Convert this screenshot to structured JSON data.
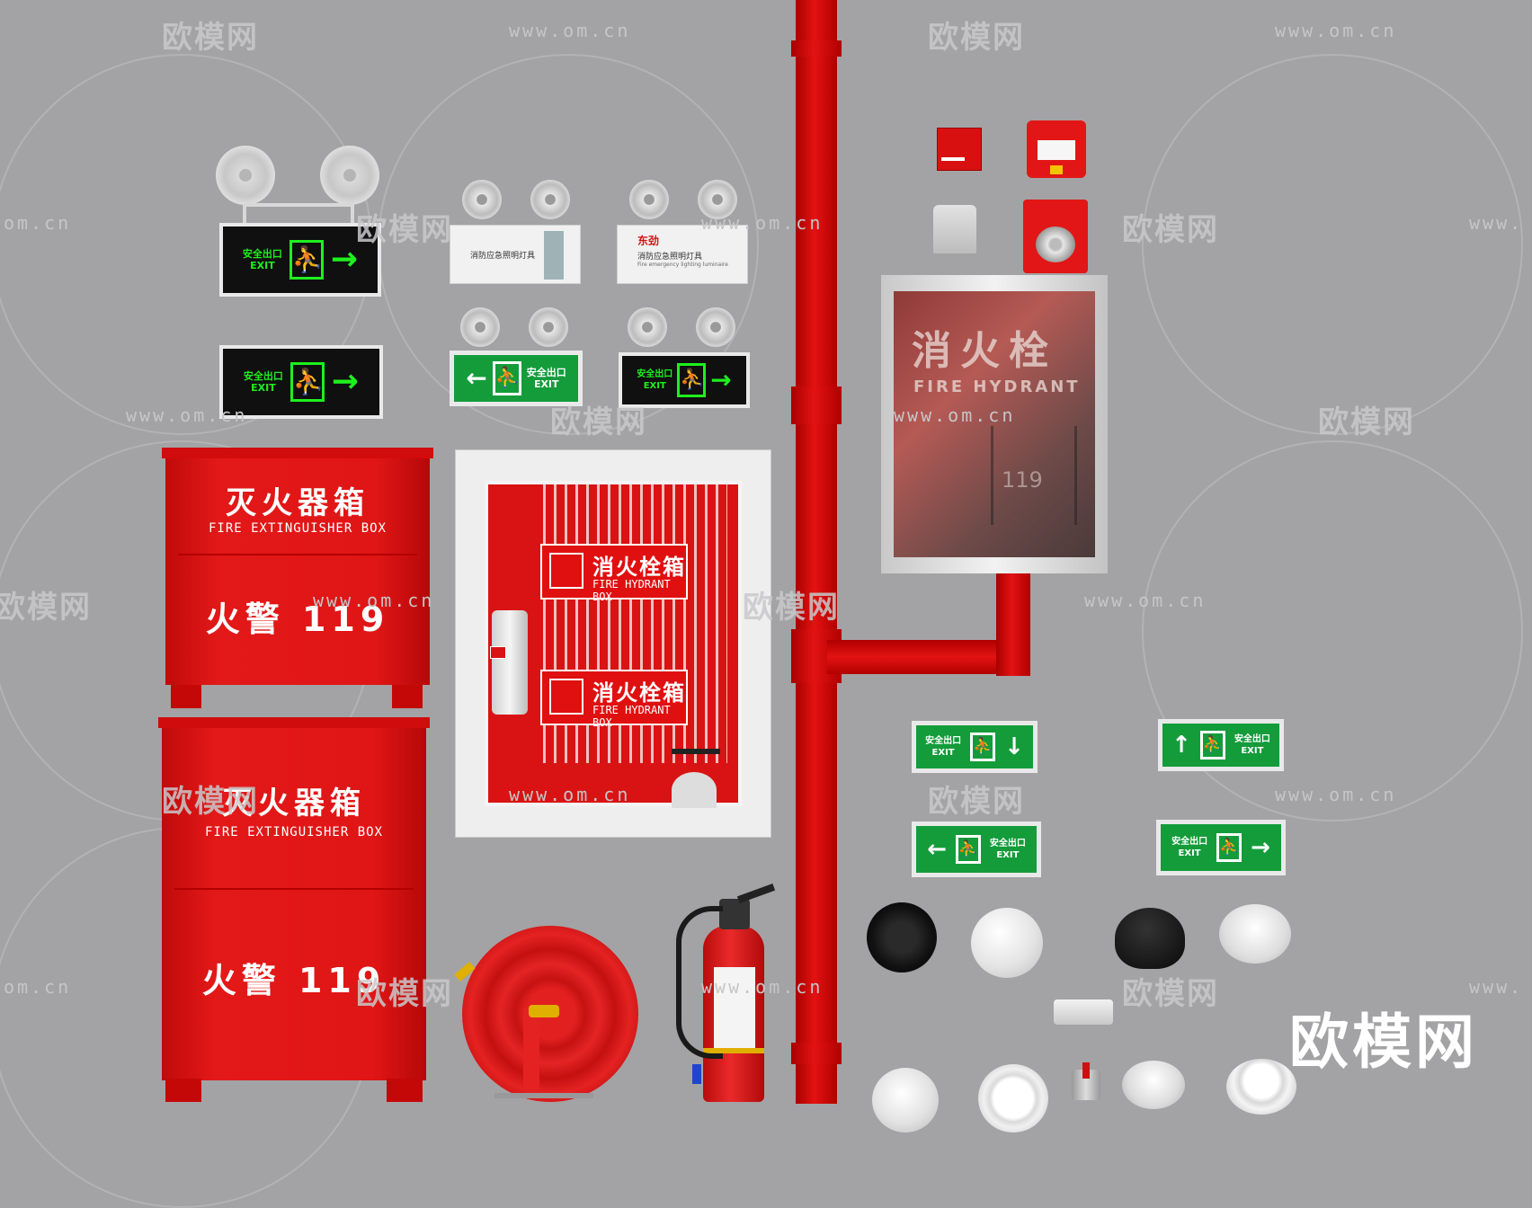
{
  "watermarks": {
    "brand": "欧模网",
    "url": "www.om.cn",
    "url_short": "om.cn",
    "url_prefix": "www."
  },
  "exit_sign": {
    "line1": "安全出口",
    "line2": "EXIT",
    "arrow_right": "→",
    "arrow_left": "←",
    "arrow_up": "↑",
    "arrow_down": "↓"
  },
  "emergency_light": {
    "brand": "东劲",
    "title": "消防应急照明灯具",
    "title_en": "Fire emergency lighting luminaire"
  },
  "extinguisher_box": {
    "title": "灭火器箱",
    "subtitle": "FIRE EXTINGUISHER BOX",
    "alarm": "火警",
    "number": "119"
  },
  "hydrant_box": {
    "title": "消火栓箱",
    "subtitle": "FIRE HYDRANT BOX"
  },
  "hydrant_cabinet": {
    "title": "消火栓",
    "subtitle": "FIRE HYDRANT",
    "number": "119"
  },
  "small_sign": {
    "green_text": "安全出口",
    "green_code": "EXIT"
  },
  "colors": {
    "background": "#a3a3a5",
    "fire_red": "#e01515",
    "exit_green": "#149c3b",
    "neon_green": "#1ef01e"
  }
}
